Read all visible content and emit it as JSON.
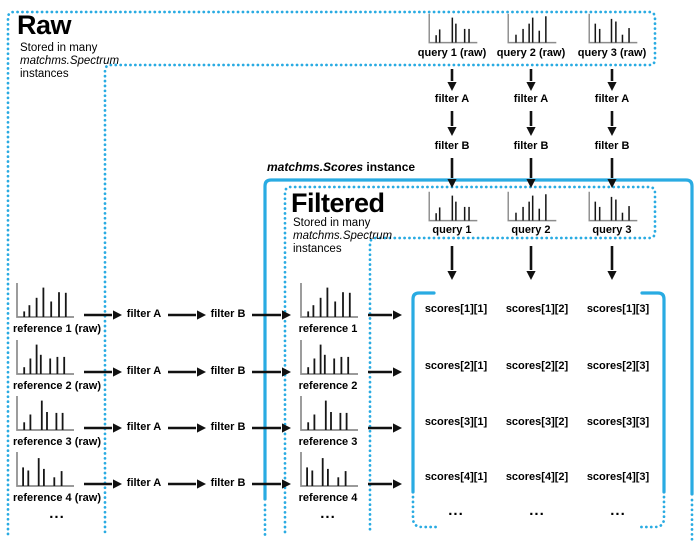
{
  "colors": {
    "accent": "#29abe2",
    "arrow": "#111111",
    "axis": "#8c8c8c",
    "bar": "#161616",
    "text": "#000000"
  },
  "raw_region": {
    "title": "Raw",
    "subtitle": [
      "Stored in many",
      "matchms.Spectrum",
      "instances"
    ]
  },
  "filtered_region": {
    "title": "Filtered",
    "subtitle": [
      "Stored in many",
      "matchms.Spectrum",
      "instances"
    ]
  },
  "scores_region": {
    "label_italic": "matchms.Scores",
    "label_plain": " instance"
  },
  "filters": {
    "a": "filter A",
    "b": "filter B"
  },
  "queries": {
    "raw": [
      "query 1 (raw)",
      "query 2 (raw)",
      "query 3 (raw)"
    ],
    "filtered": [
      "query 1",
      "query 2",
      "query 3"
    ]
  },
  "references": {
    "raw": [
      "reference 1 (raw)",
      "reference 2 (raw)",
      "reference 3 (raw)",
      "reference 4 (raw)"
    ],
    "filtered": [
      "reference 1",
      "reference 2",
      "reference 3",
      "reference 4"
    ],
    "ellipsis": "..."
  },
  "scores_matrix": {
    "rows": [
      [
        "scores[1][1]",
        "scores[1][2]",
        "scores[1][3]"
      ],
      [
        "scores[2][1]",
        "scores[2][2]",
        "scores[2][3]"
      ],
      [
        "scores[3][1]",
        "scores[3][2]",
        "scores[3][3]"
      ],
      [
        "scores[4][1]",
        "scores[4][2]",
        "scores[4][3]"
      ]
    ],
    "ellipsis": "..."
  },
  "spectrum_patterns": {
    "q1": [
      [
        0.1,
        0.28
      ],
      [
        0.18,
        0.5
      ],
      [
        0.47,
        0.95
      ],
      [
        0.55,
        0.72
      ],
      [
        0.75,
        0.52
      ],
      [
        0.85,
        0.52
      ]
    ],
    "q2": [
      [
        0.12,
        0.3
      ],
      [
        0.28,
        0.52
      ],
      [
        0.42,
        0.72
      ],
      [
        0.5,
        0.95
      ],
      [
        0.65,
        0.45
      ],
      [
        0.8,
        1.0
      ]
    ],
    "q3": [
      [
        0.08,
        0.72
      ],
      [
        0.18,
        0.52
      ],
      [
        0.45,
        0.9
      ],
      [
        0.55,
        0.8
      ],
      [
        0.7,
        0.3
      ],
      [
        0.85,
        0.55
      ]
    ],
    "r1": [
      [
        0.08,
        0.18
      ],
      [
        0.18,
        0.38
      ],
      [
        0.32,
        0.62
      ],
      [
        0.45,
        0.95
      ],
      [
        0.6,
        0.5
      ],
      [
        0.75,
        0.8
      ],
      [
        0.88,
        0.78
      ]
    ],
    "r2": [
      [
        0.08,
        0.22
      ],
      [
        0.2,
        0.5
      ],
      [
        0.32,
        0.95
      ],
      [
        0.4,
        0.62
      ],
      [
        0.58,
        0.5
      ],
      [
        0.72,
        0.55
      ],
      [
        0.85,
        0.55
      ]
    ],
    "r3": [
      [
        0.08,
        0.25
      ],
      [
        0.2,
        0.5
      ],
      [
        0.42,
        0.95
      ],
      [
        0.52,
        0.58
      ],
      [
        0.7,
        0.55
      ],
      [
        0.82,
        0.55
      ]
    ],
    "r4": [
      [
        0.06,
        0.6
      ],
      [
        0.16,
        0.5
      ],
      [
        0.36,
        0.9
      ],
      [
        0.46,
        0.55
      ],
      [
        0.66,
        0.28
      ],
      [
        0.8,
        0.48
      ]
    ]
  }
}
